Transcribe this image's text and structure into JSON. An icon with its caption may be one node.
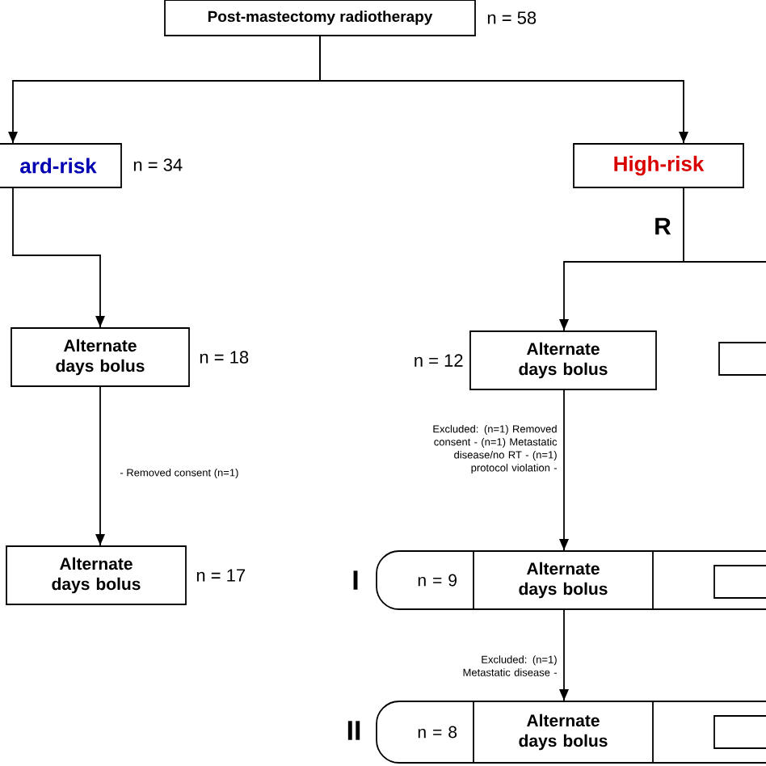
{
  "diagram": {
    "nodes": [
      {
        "text": [
          "Post-mastectomy radiotherapy"
        ],
        "beside": [
          "n = 58"
        ]
      },
      {
        "text": [
          "ard-risk"
        ],
        "beside": [
          "n = 34"
        ]
      },
      {
        "text": [
          "High-risk"
        ]
      },
      {
        "text": [
          "Alternate days bolus"
        ],
        "beside": [
          "n = 18"
        ]
      },
      {
        "text": [
          "Alternate days bolus"
        ],
        "beside": [
          "n = 12"
        ]
      },
      {
        "text": [],
        "shape": "box"
      },
      {
        "text": [
          "Alternate days bolus"
        ],
        "beside": [
          "n = 17"
        ]
      },
      {
        "text": [
          "n = 9"
        ]
      },
      {
        "text": [
          "Alternate days bolus"
        ],
        "in": 7
      },
      {
        "text": [],
        "shape": "box",
        "in": 7
      },
      {
        "text": [
          "n = 8"
        ]
      },
      {
        "text": [
          "Alternate days bolus"
        ],
        "in": 10
      },
      {
        "text": [],
        "shape": "box",
        "in": 10
      }
    ],
    "edges": [
      {
        "from": 0,
        "to": 1,
        "arrow": "to"
      },
      {
        "from": 0,
        "to": 2,
        "arrow": "to"
      },
      {
        "from": 1,
        "to": 3,
        "arrow": "to"
      },
      {
        "from": 2,
        "to": 4,
        "arrow": "to"
      },
      {
        "from": 3,
        "to": 6,
        "arrow": "to",
        "label": "- Removed consent (n=1)"
      },
      {
        "from": 4,
        "to": 8,
        "arrow": "to",
        "label": "Excluded: (n=1) Removed consent - (n=1) Metastatic disease/no RT - (n=1) protocol violation -"
      },
      {
        "from": 8,
        "to": 11,
        "arrow": "to",
        "label": "Excluded: (n=1) Metastatic disease -"
      }
    ],
    "labels": [
      "R",
      "I",
      "II"
    ]
  }
}
